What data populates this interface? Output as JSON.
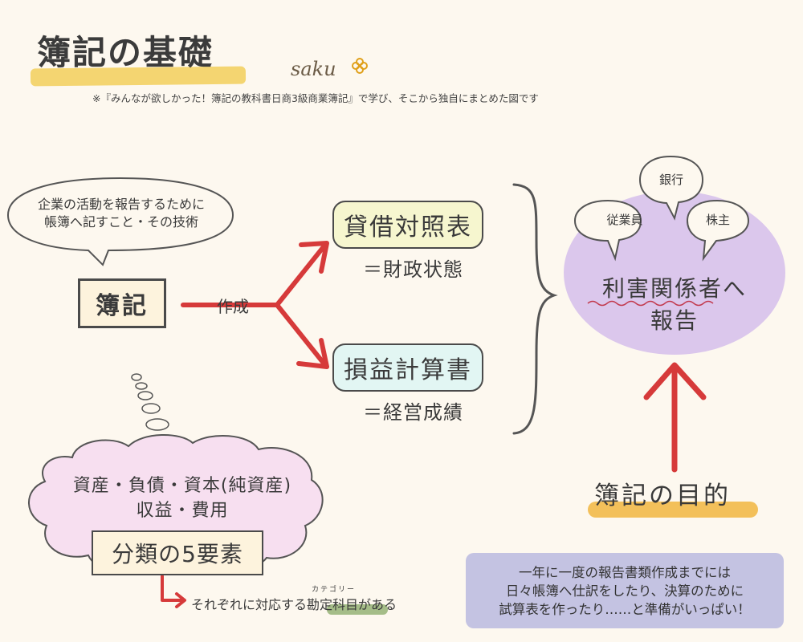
{
  "title": "簿記の基礎",
  "signature": "saku",
  "note": "※『みんなが欲しかった！簿記の教科書日商3級商業簿記』で学び、そこから独自にまとめた図です",
  "definition_bubble": {
    "line1": "企業の活動を報告するために",
    "line2": "帳簿へ記すこと・その技術"
  },
  "boki_label": "簿記",
  "create_label": "作成",
  "balance_sheet": {
    "label": "貸借対照表",
    "meaning": "＝財政状態"
  },
  "income_statement": {
    "label": "損益計算書",
    "meaning": "＝経営成績"
  },
  "stakeholders": {
    "main_line1": "利害関係者へ",
    "main_line2": "報告",
    "small1": "従業員",
    "small2": "銀行",
    "small3": "株主"
  },
  "goal_label": "簿記の目的",
  "elements_cloud": {
    "line1": "資産・負債・資本(純資産)",
    "line2": "収益・費用"
  },
  "category_box": "分類の5要素",
  "category_note": {
    "prefix": "それぞれに対応する",
    "term": "勘定科目",
    "suffix": "がある",
    "ruby": "カテゴリー"
  },
  "info_box": {
    "line1": "一年に一度の報告書類作成までには",
    "line2": "日々帳簿へ仕訳をしたり、決算のために",
    "line3": "試算表を作ったり……と準備がいっぱい！"
  },
  "colors": {
    "background": "#fdf8ef",
    "arrow_red": "#d63a3a",
    "stakeholder_purple": "#dbc7ec",
    "title_highlight": "#f2cf5a",
    "goal_highlight": "#f3c05a",
    "info_box": "#c4c3e2",
    "elements_cloud": "#f7dff0",
    "balance_sheet_fill": "#f6f6cf",
    "income_statement_fill": "#e2f6f3"
  }
}
